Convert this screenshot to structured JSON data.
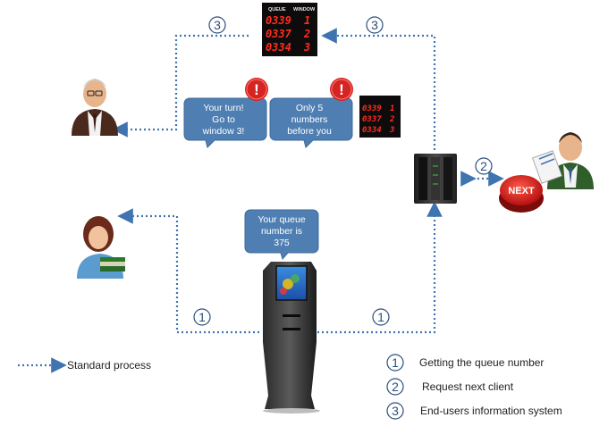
{
  "colors": {
    "arrow": "#3f74b0",
    "bubble": "#4f7fb2",
    "alert": "#d42424",
    "led_digits": "#ff2d1f",
    "next_button": "#d91f1f"
  },
  "led_display": {
    "headers": [
      "QUEUE",
      "WINDOW"
    ],
    "rows": [
      {
        "number": "0339",
        "window": "1"
      },
      {
        "number": "0337",
        "window": "2"
      },
      {
        "number": "0334",
        "window": "3"
      }
    ]
  },
  "step_markers": {
    "top_left": "3",
    "top_right": "3",
    "right": "2",
    "bottom_left": "1",
    "bottom_right": "1"
  },
  "bubbles": {
    "your_turn": [
      "Your turn!",
      "Go to",
      "window 3!"
    ],
    "only_five": [
      "Only 5",
      "numbers",
      "before you"
    ],
    "queue_number": [
      "Your queue",
      "number is",
      "375"
    ]
  },
  "alert_symbol": "!",
  "next_button_label": "NEXT",
  "icons": [
    "manager-person-icon",
    "client-woman-icon",
    "operator-person-icon",
    "server-icon",
    "kiosk-icon",
    "alert-icon"
  ],
  "legend": {
    "line_label": "Standard process",
    "items": [
      {
        "num": "1",
        "label": "Getting the queue number"
      },
      {
        "num": "2",
        "label": "Request next client"
      },
      {
        "num": "3",
        "label": "End-users information system"
      }
    ]
  }
}
